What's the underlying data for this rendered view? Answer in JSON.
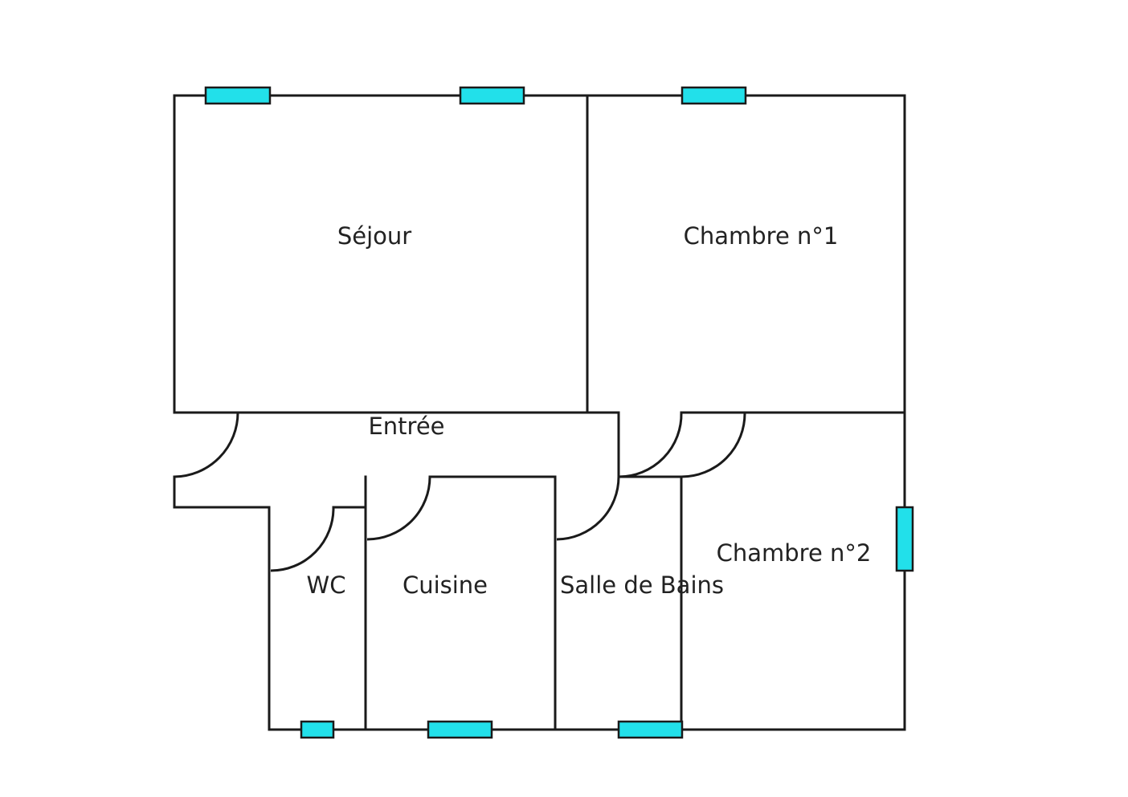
{
  "rooms": {
    "sejour": "Séjour",
    "chambre1": "Chambre n°1",
    "entree": "Entrée",
    "wc": "WC",
    "cuisine": "Cuisine",
    "salle_de_bains": "Salle de Bains",
    "chambre2": "Chambre n°2"
  },
  "colors": {
    "walls": "#1a1a1a",
    "windows": "#22e0ea",
    "background": "#ffffff"
  },
  "legend": {
    "window_count": 7,
    "door_count": 6
  }
}
